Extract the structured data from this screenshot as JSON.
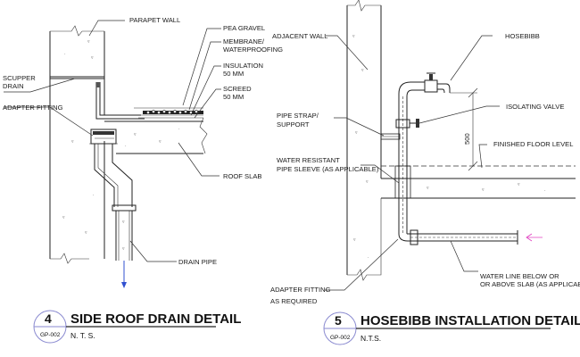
{
  "detail4": {
    "number": "4",
    "sheet": "GP-002",
    "title": "SIDE ROOF DRAIN DETAIL",
    "scale": "N. T. S.",
    "labels": {
      "parapet_wall": "PARAPET WALL",
      "pea_gravel": "PEA GRAVEL",
      "membrane_1": "MEMBRANE/",
      "membrane_2": "WATERPROOFING",
      "insulation_1": "INSULATION",
      "insulation_2": "50 MM",
      "screed_1": "SCREED",
      "screed_2": "50 MM",
      "scupper_1": "SCUPPER",
      "scupper_2": "DRAIN",
      "adapter_fitting": "ADAPTER FITTING",
      "roof_slab": "ROOF SLAB",
      "drain_pipe": "DRAIN PIPE"
    }
  },
  "detail5": {
    "number": "5",
    "sheet": "GP-002",
    "title": "HOSEBIBB INSTALLATION DETAIL",
    "scale": "N.T.S.",
    "labels": {
      "adjacent_wall": "ADJACENT WALL",
      "hosebibb": "HOSEBIBB",
      "isolating_valve": "ISOLATING VALVE",
      "pipe_strap_1": "PIPE STRAP/",
      "pipe_strap_2": "SUPPORT",
      "dimension": "500",
      "finished_floor": "FINISHED FLOOR LEVEL",
      "sleeve_1": "WATER RESISTANT",
      "sleeve_2": "PIPE SLEEVE (AS APPLICABLE)",
      "water_line_1": "WATER LINE BELOW OR",
      "water_line_2": "OR ABOVE SLAB (AS APPLICABLE)",
      "adapter_1": "ADAPTER FITTING",
      "adapter_2": "AS REQUIRED"
    }
  },
  "colors": {
    "line": "#222222",
    "title_circle": "#8a8ad0",
    "arrow_blue": "#3050d0",
    "arrow_magenta": "#e040c0"
  }
}
